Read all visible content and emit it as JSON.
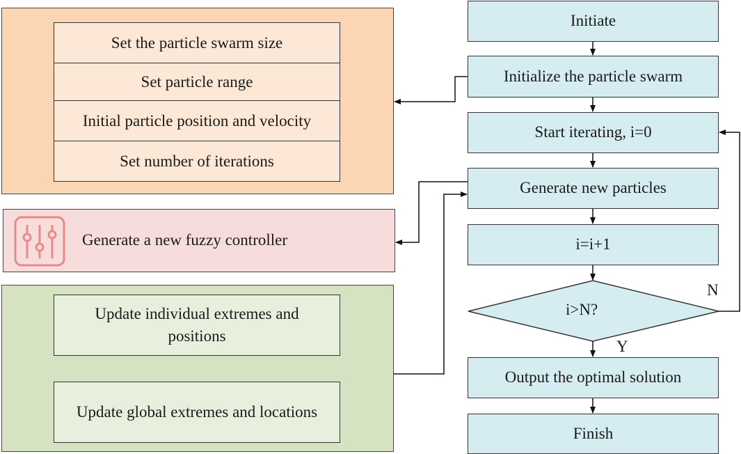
{
  "flow": {
    "initiate": "Initiate",
    "init_swarm": "Initialize the particle swarm",
    "start_iter": "Start iterating, i=0",
    "gen_particles": "Generate new particles",
    "increment": "i=i+1",
    "decision": "i>N?",
    "output": "Output the optimal solution",
    "finish": "Finish",
    "no_label": "N",
    "yes_label": "Y"
  },
  "init_panel": {
    "items": [
      "Set the particle swarm size",
      "Set particle range",
      "Initial particle position and velocity",
      "Set number of iterations"
    ]
  },
  "fuzzy_panel": {
    "label": "Generate a new fuzzy controller",
    "icon": "sliders-icon"
  },
  "update_panel": {
    "items": [
      "Update individual extremes and positions",
      "Update global extremes and locations"
    ]
  },
  "colors": {
    "flow_fill": "#d5ecf1",
    "init_panel_fill": "#fcd5b5",
    "init_item_fill": "#fde7d6",
    "fuzzy_panel_fill": "#f7dcdc",
    "fuzzy_icon": "#e98a8a",
    "update_panel_fill": "#d5e3c2",
    "update_item_fill": "#e8f0dd"
  }
}
